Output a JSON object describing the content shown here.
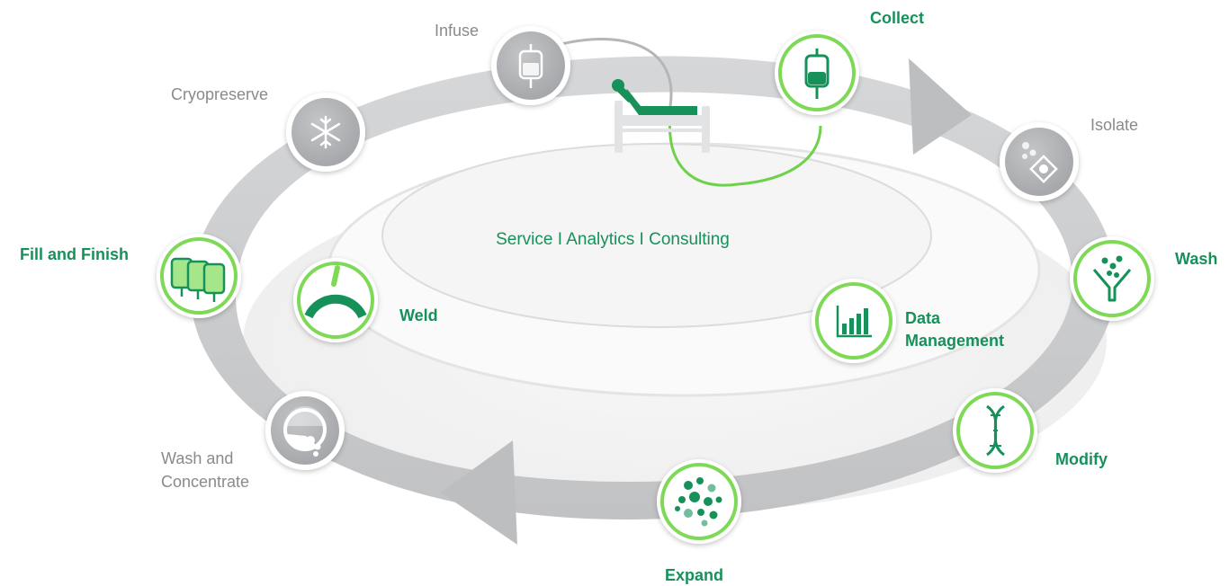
{
  "center": {
    "text": "Service I Analytics I Consulting"
  },
  "steps": {
    "infuse": {
      "label": "Infuse",
      "active": false,
      "icon": "iv-bag-icon"
    },
    "collect": {
      "label": "Collect",
      "active": true,
      "icon": "blood-bag-icon"
    },
    "isolate": {
      "label": "Isolate",
      "active": false,
      "icon": "cell-isolation-icon"
    },
    "wash": {
      "label": "Wash",
      "active": true,
      "icon": "filter-funnel-icon"
    },
    "modify": {
      "label": "Modify",
      "active": true,
      "icon": "dna-icon"
    },
    "expand": {
      "label": "Expand",
      "active": true,
      "icon": "cell-cluster-icon"
    },
    "wash_concentrate": {
      "label_line1": "Wash and",
      "label_line2": "Concentrate",
      "active": false,
      "icon": "centrifuge-icon"
    },
    "fill_finish": {
      "label": "Fill and Finish",
      "active": true,
      "icon": "cryobags-icon"
    },
    "cryopreserve": {
      "label": "Cryopreserve",
      "active": false,
      "icon": "snowflake-icon"
    },
    "weld": {
      "label": "Weld",
      "active": true,
      "icon": "tube-welder-icon"
    },
    "data_management": {
      "label_line1": "Data",
      "label_line2": "Management",
      "active": true,
      "icon": "bar-chart-icon"
    }
  },
  "patient": {
    "icon": "patient-bed-icon"
  },
  "colors": {
    "green": "#16915a",
    "bright_green": "#7ed957",
    "grey_ring": "#c6c7c9",
    "grey_icon": "#a9abae"
  }
}
